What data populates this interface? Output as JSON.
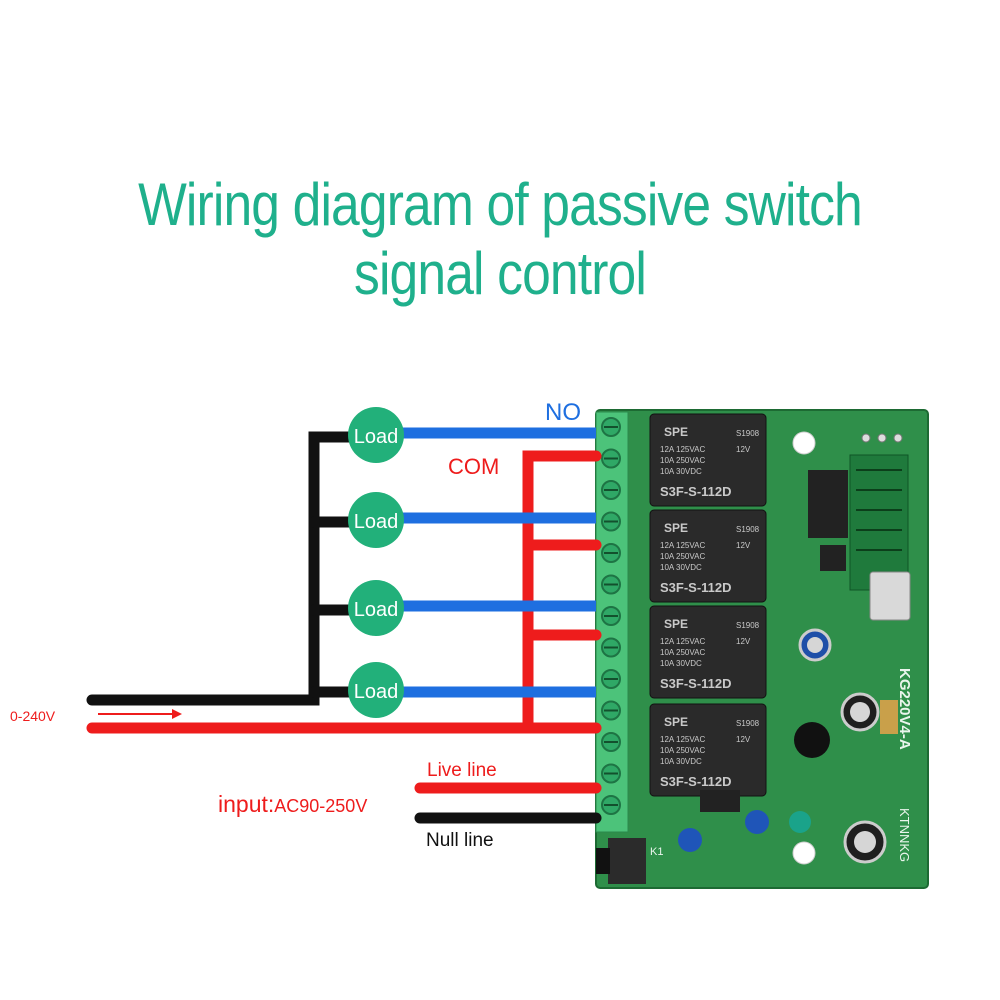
{
  "title": "Wiring diagram of passive switch signal control",
  "labels": {
    "no": "NO",
    "com": "COM",
    "load": "Load",
    "range": "0-240V",
    "live_line": "Live line",
    "null_line": "Null line",
    "input_prefix": "input:",
    "input_value": "AC90-250V"
  },
  "board": {
    "relay_brand": "SPE",
    "relay_code": "S1908",
    "relay_coil": "12V",
    "relay_spec_1": "12A 125VAC",
    "relay_spec_2": "10A 250VAC",
    "relay_spec_3": "10A 30VDC",
    "relay_model": "S3F-S-112D",
    "board_model": "KG220V4-A",
    "board_brand": "KTNNKG",
    "button_label": "K1"
  },
  "colors": {
    "title": "#1fb08c",
    "no_wire": "#1e6fe0",
    "com_wire": "#ee1c1c",
    "neutral_wire": "#111111",
    "load": "#22b07a",
    "pcb": "#2f8f4a",
    "terminal": "#4cc37a",
    "relay": "#2a2a2a"
  },
  "icons": [
    "load-circle-icon",
    "arrow-right-icon",
    "relay-icon",
    "terminal-screw-icon",
    "capacitor-icon",
    "push-button-icon"
  ]
}
